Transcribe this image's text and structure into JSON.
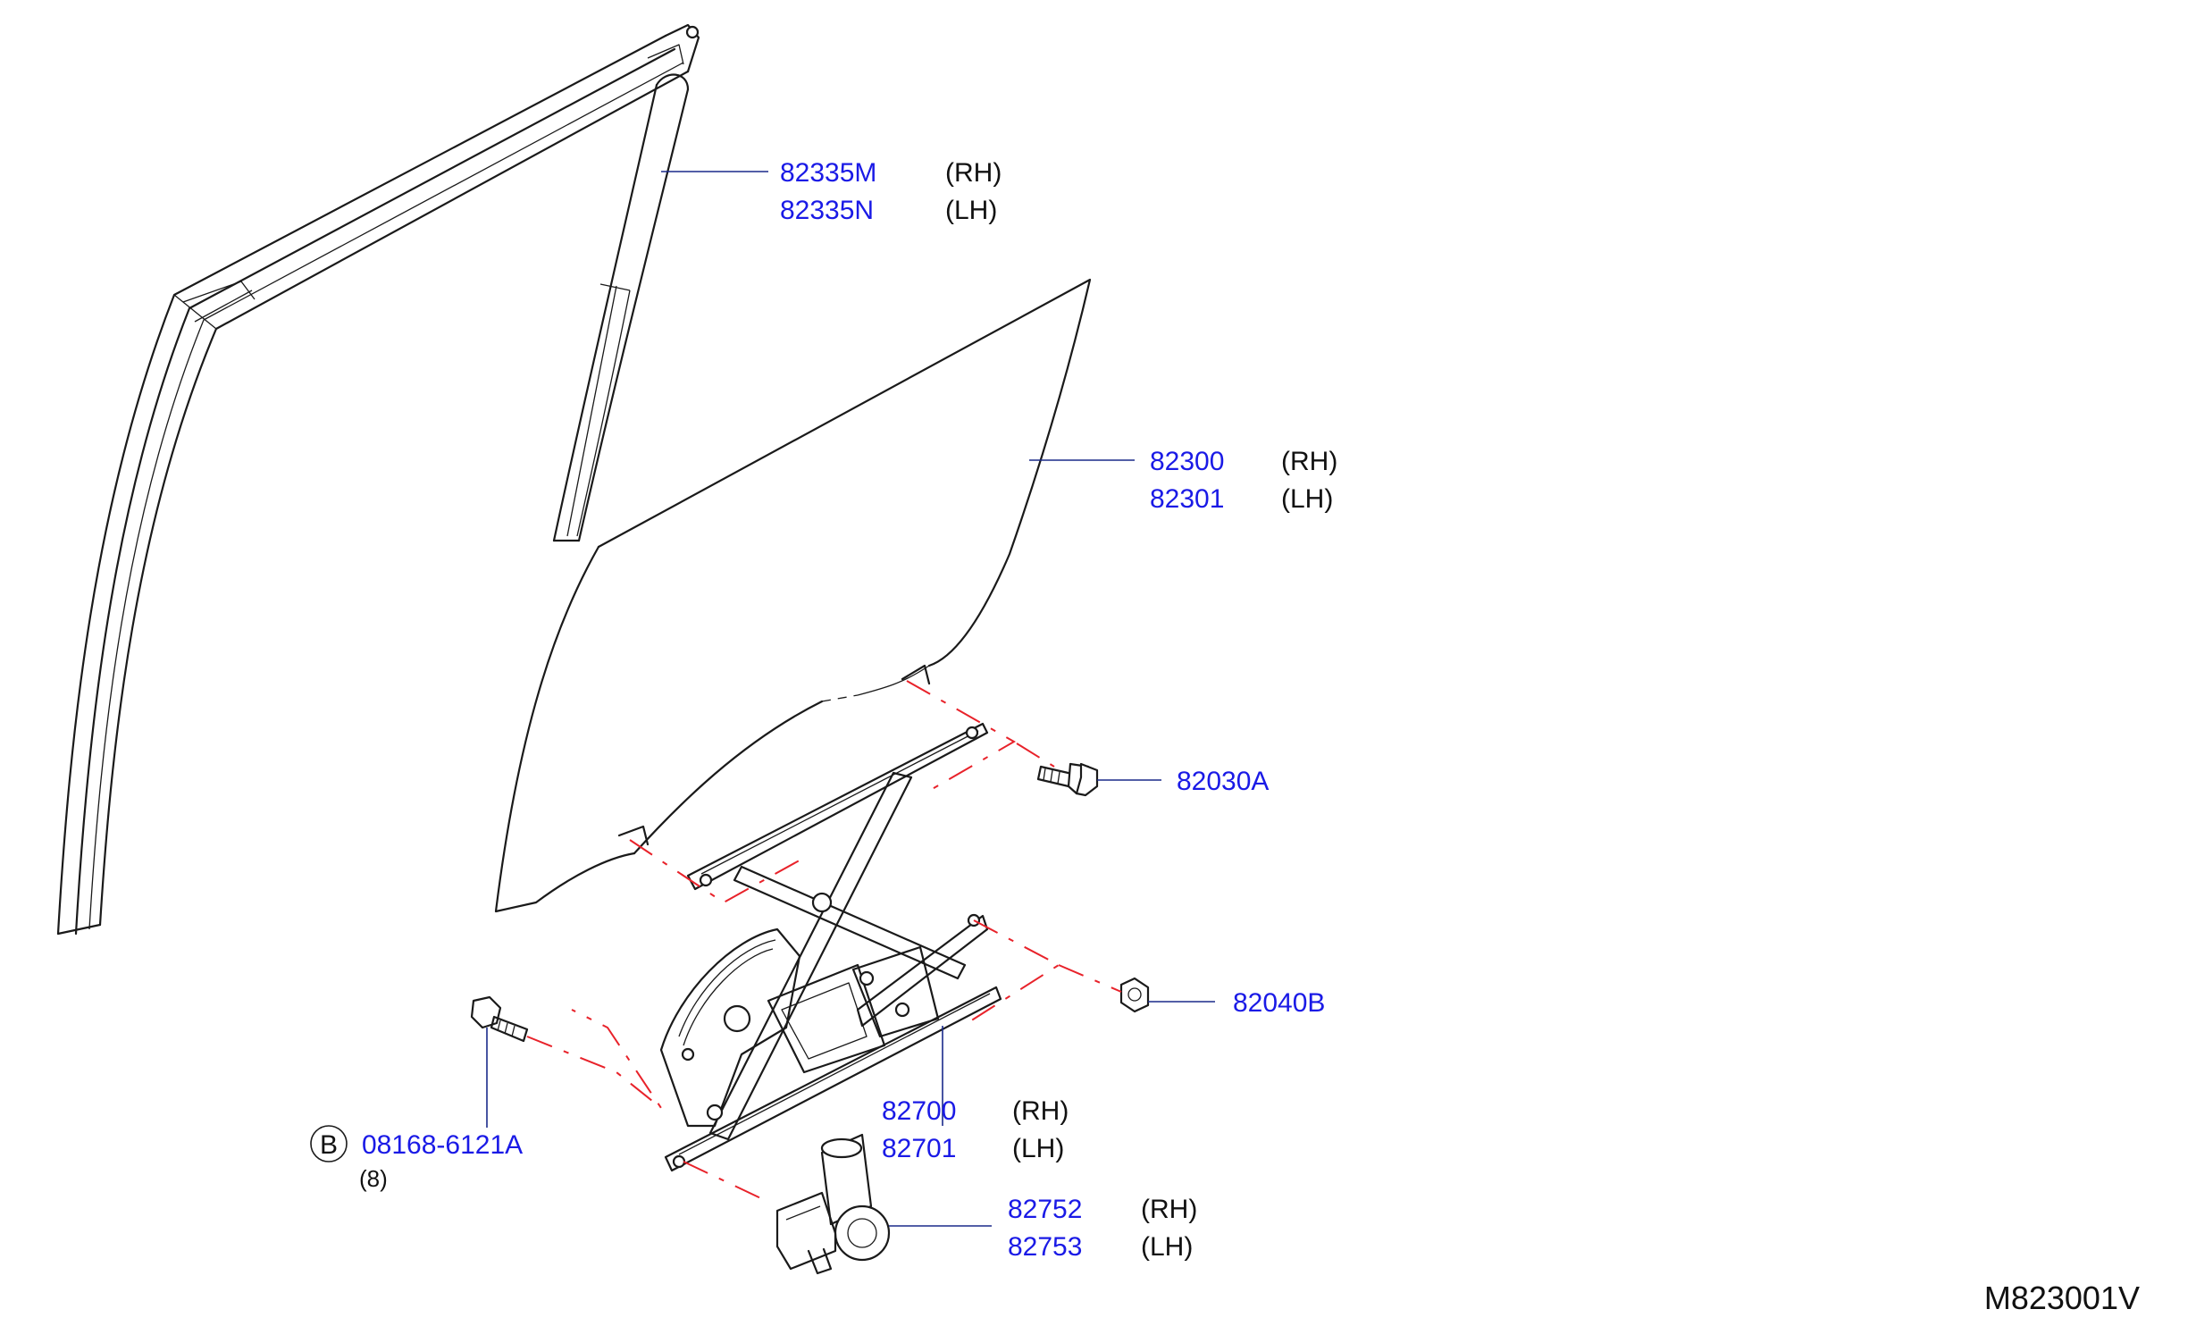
{
  "diagram_code": "M823001V",
  "callouts": [
    {
      "id": "sash",
      "part": "82335M",
      "side": "(RH)",
      "part2": "82335N",
      "side2": "(LH)"
    },
    {
      "id": "glass",
      "part": "82300",
      "side": "(RH)",
      "part2": "82301",
      "side2": "(LH)"
    },
    {
      "id": "bolt",
      "part": "82030A"
    },
    {
      "id": "nut",
      "part": "82040B"
    },
    {
      "id": "regulator",
      "part": "82700",
      "side": "(RH)",
      "part2": "82701",
      "side2": "(LH)"
    },
    {
      "id": "motor",
      "part": "82752",
      "side": "(RH)",
      "part2": "82753",
      "side2": "(LH)"
    },
    {
      "id": "screw",
      "badge": "B",
      "part": "08168-6121A",
      "qty": "(8)"
    }
  ],
  "colors": {
    "part_number": "#1a1ae6",
    "leader": "#1a2a8a",
    "dash": "#e8222a",
    "line": "#1a1a1a"
  }
}
